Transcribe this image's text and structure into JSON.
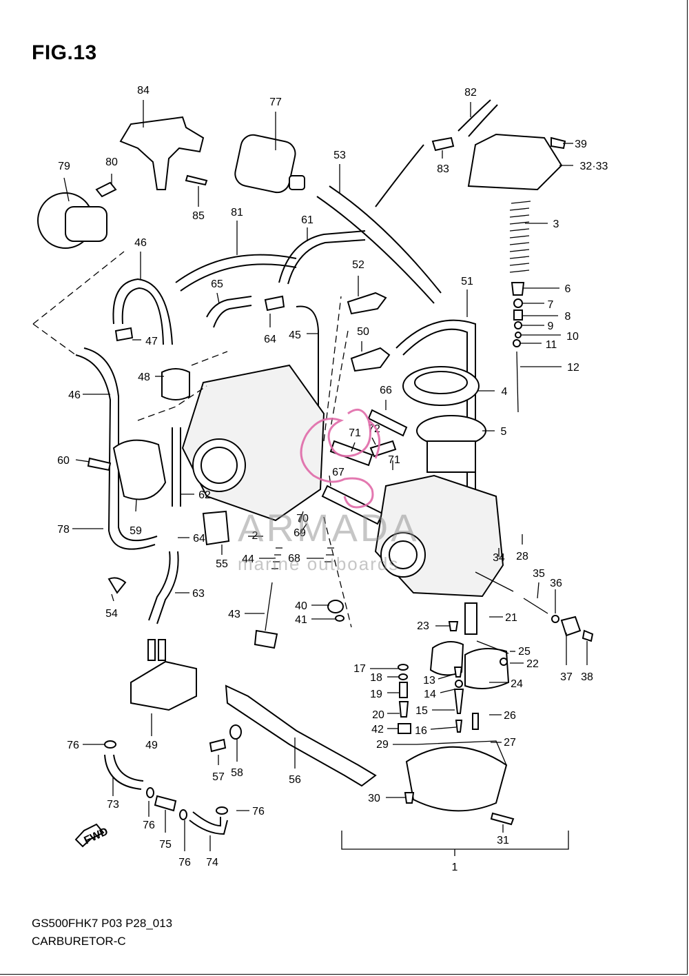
{
  "header": {
    "title": "FIG.13"
  },
  "footer": {
    "code": "GS500FHK7 P03 P28_013",
    "name": "CARBURETOR-C"
  },
  "watermark": {
    "brand": "ARMADA",
    "tagline": "marine outboards",
    "color": "#e06aa8"
  },
  "fwd_label": "FWD",
  "callouts": [
    "84",
    "77",
    "82",
    "39",
    "32·33",
    "79",
    "80",
    "83",
    "85",
    "53",
    "3",
    "81",
    "61",
    "46",
    "52",
    "65",
    "6",
    "7",
    "8",
    "9",
    "10",
    "11",
    "51",
    "64",
    "45",
    "50",
    "12",
    "47",
    "48",
    "66",
    "4",
    "46",
    "5",
    "71",
    "72",
    "60",
    "71",
    "67",
    "62",
    "78",
    "59",
    "64",
    "55",
    "70",
    "2",
    "69",
    "44",
    "68",
    "34",
    "28",
    "35",
    "36",
    "54",
    "63",
    "21",
    "40",
    "41",
    "43",
    "23",
    "25",
    "22",
    "37",
    "38",
    "17",
    "18",
    "13",
    "24",
    "14",
    "19",
    "15",
    "26",
    "20",
    "42",
    "16",
    "29",
    "27",
    "49",
    "76",
    "57",
    "58",
    "56",
    "30",
    "73",
    "76",
    "76",
    "75",
    "31",
    "76",
    "74",
    "1"
  ]
}
